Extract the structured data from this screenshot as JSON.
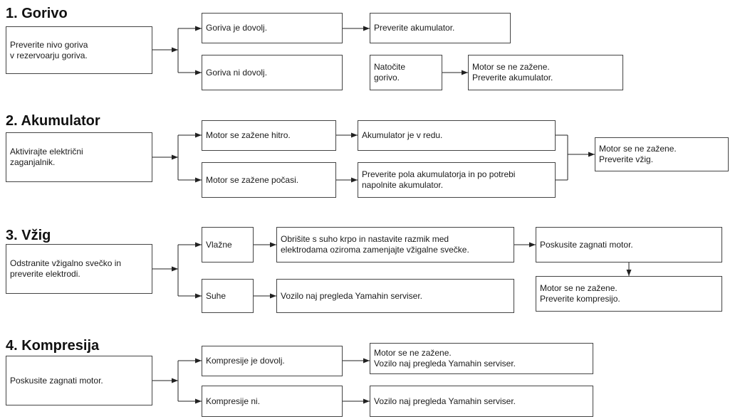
{
  "sections": [
    {
      "title": "1.  Gorivo",
      "boxes": [
        "Preverite nivo goriva\nv rezervoarju goriva.",
        "Goriva je dovolj.",
        "Preverite akumulator.",
        "Goriva ni dovolj.",
        "Natočite\ngorivo.",
        "Motor se ne zažene.\nPreverite akumulator."
      ]
    },
    {
      "title": "2.  Akumulator",
      "boxes": [
        "Aktivirajte električni\nzaganjalnik.",
        "Motor se zažene hitro.",
        "Akumulator je v redu.",
        "Motor se zažene počasi.",
        "Preverite pola akumulatorja in po potrebi\nnapolnite akumulator.",
        "Motor se ne zažene.\nPreverite vžig."
      ]
    },
    {
      "title": "3.  Vžig",
      "boxes": [
        "Odstranite vžigalno svečko in\npreverite elektrodi.",
        "Vlažne",
        "Obrišite s suho krpo in nastavite razmik med\nelektrodama oziroma zamenjajte vžigalne svečke.",
        "Poskusite zagnati motor.",
        "Motor se ne zažene.\nPreverite kompresijo.",
        "Suhe",
        "Vozilo naj pregleda Yamahin serviser."
      ]
    },
    {
      "title": "4.  Kompresija",
      "boxes": [
        "Poskusite zagnati motor.",
        "Kompresije je dovolj.",
        "Motor se ne zažene.\nVozilo naj pregleda Yamahin serviser.",
        "Kompresije ni.",
        "Vozilo naj pregleda Yamahin serviser."
      ]
    }
  ]
}
